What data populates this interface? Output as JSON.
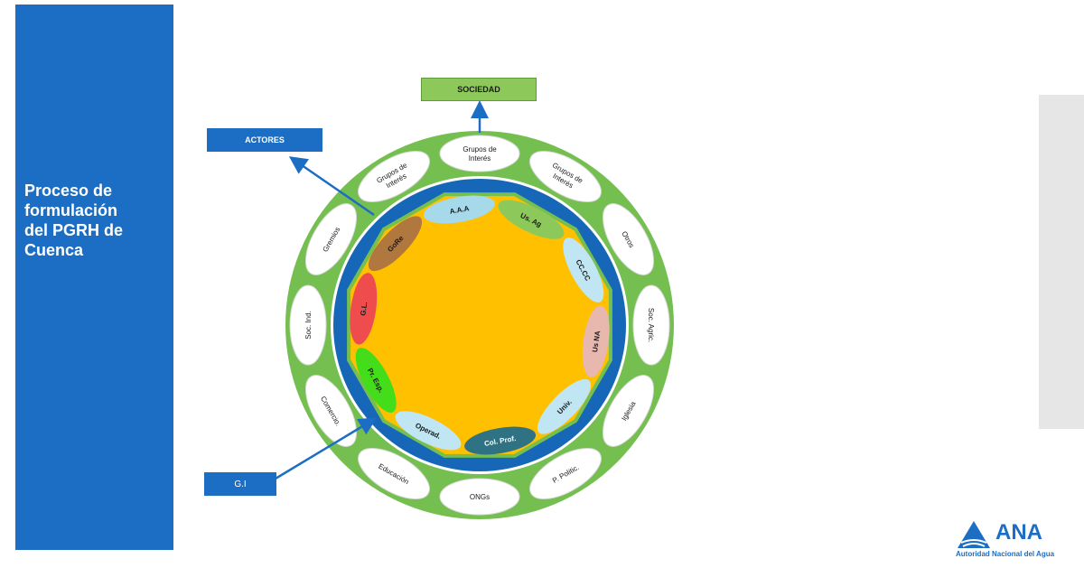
{
  "sidebar": {
    "title": "Proceso de\nformulación\ndel PGRH de\nCuenca"
  },
  "boxes": {
    "sociedad": "SOCIEDAD",
    "actores": "ACTORES",
    "gi": "G.I"
  },
  "outer_ring": [
    "Grupos de\nInterés",
    "Grupos de\nInterés",
    "Otros",
    "Soc. Agric.",
    "Iglesia",
    "P. Politic.",
    "ONGs",
    "Educación",
    "Comercio.",
    "Soc. Ind.",
    "Gremios",
    "Grupos de\nInterés"
  ],
  "inner_ring": [
    {
      "label": "A.A.A",
      "color": "#a6d9ea",
      "text_color": "#1a1a1a"
    },
    {
      "label": "Us. Ag",
      "color": "#8dc95a",
      "text_color": "#1a1a1a"
    },
    {
      "label": "CC.CC",
      "color": "#bfe6f2",
      "text_color": "#1a1a1a"
    },
    {
      "label": "Us NA",
      "color": "#e8b7ae",
      "text_color": "#1a1a1a"
    },
    {
      "label": "Univ.",
      "color": "#bfe6f2",
      "text_color": "#1a1a1a"
    },
    {
      "label": "Col. Prof.",
      "color": "#2f7283",
      "text_color": "#ffffff"
    },
    {
      "label": "Operad.",
      "color": "#bfe6f2",
      "text_color": "#1a1a1a"
    },
    {
      "label": "Pr. Esp.",
      "color": "#44dd1a",
      "text_color": "#1a1a1a"
    },
    {
      "label": "G.L.",
      "color": "#ef4d4d",
      "text_color": "#1a1a1a"
    },
    {
      "label": "GoRe",
      "color": "#b0773f",
      "text_color": "#1a1a1a"
    }
  ],
  "logo": {
    "name": "ANA",
    "subtitle": "Autoridad Nacional del Agua"
  },
  "colors": {
    "brand_blue": "#1b6ec4",
    "outer_green": "#74bf4f",
    "ring_blue": "#1667b8",
    "core_orange": "#ffc000",
    "sociedad_green": "#8dc95a"
  }
}
